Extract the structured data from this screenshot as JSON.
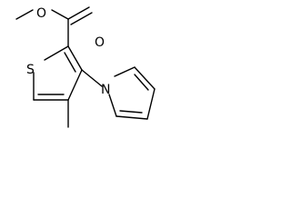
{
  "diagram": {
    "type": "chemical-structure",
    "atoms": {
      "O_ether": "O",
      "O_carbonyl": "O",
      "S_ring": "S",
      "N_pyrrole": "N"
    }
  }
}
